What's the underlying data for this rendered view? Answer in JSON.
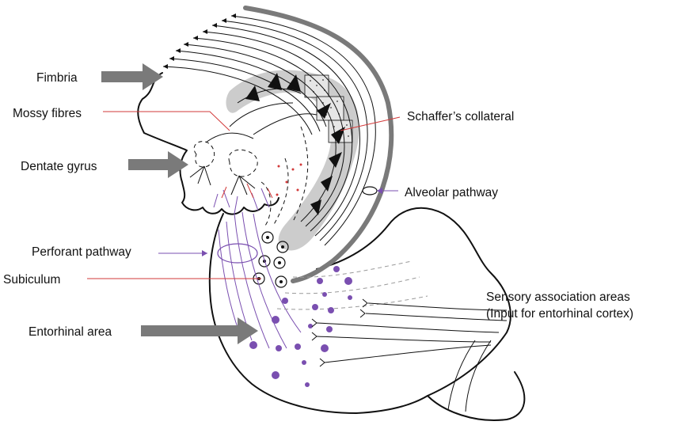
{
  "labels": {
    "fimbria": "Fimbria",
    "mossy_fibres": "Mossy fibres",
    "dentate_gyrus": "Dentate gyrus",
    "perforant_pathway": "Perforant pathway",
    "subiculum": "Subiculum",
    "entorhinal_area": "Entorhinal area",
    "schaffers_collateral": "Schaffer’s collateral",
    "alveolar_pathway": "Alveolar pathway",
    "sensory_line1": "Sensory association areas",
    "sensory_line2": "(Input for entorhinal cortex)"
  },
  "colors": {
    "outline": "#111111",
    "arrow_grey": "#7a7a7a",
    "shaded_band": "#cccccc",
    "purple": "#7a4fb0",
    "red_leader": "#d23a3a"
  }
}
